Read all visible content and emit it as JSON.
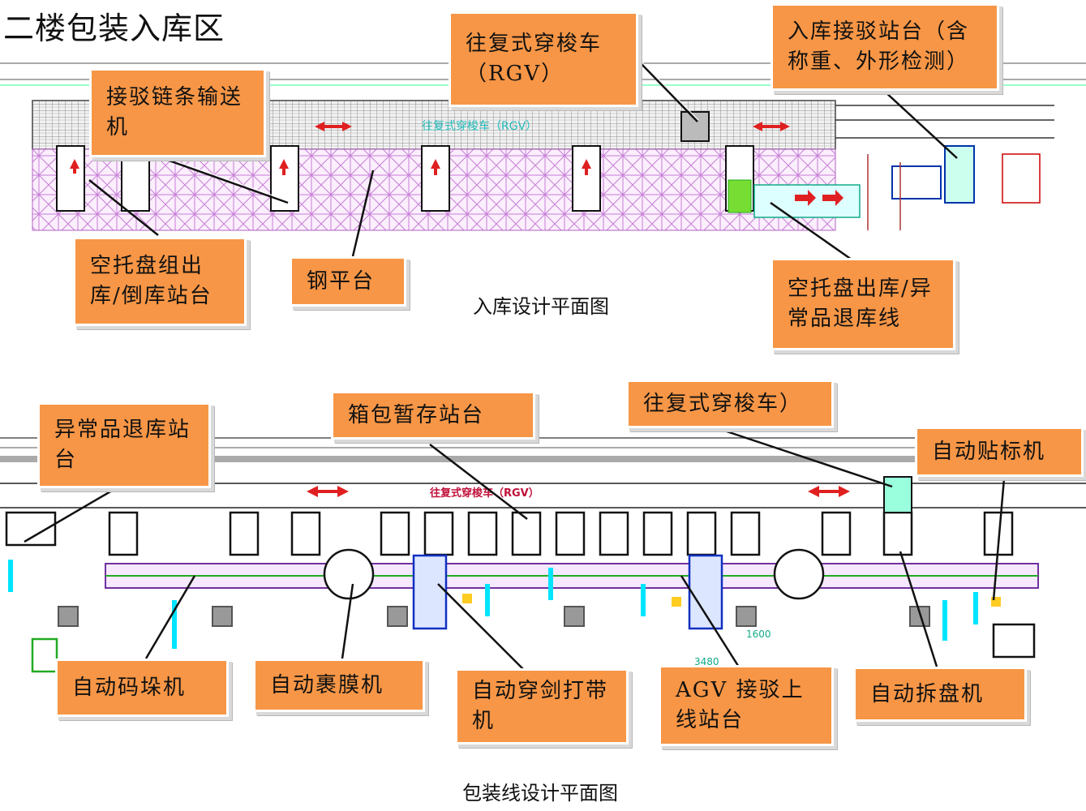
{
  "page_title": "二楼包装入库区",
  "top_plan": {
    "caption": "入库设计平面图",
    "rgv_line_label": "往复式穿梭车（RGV）",
    "callouts": {
      "chain_conveyor": "接驳链条输送机",
      "rgv": "往复式穿梭车（RGV）",
      "inbound_station": "入库接驳站台（含称重、外形检测）",
      "empty_pallet_group": "空托盘组出库/倒库站台",
      "steel_platform": "钢平台",
      "empty_pallet_line": "空托盘出库/异常品退库线"
    }
  },
  "bottom_plan": {
    "caption": "包装线设计平面图",
    "rgv_line_label": "往复式穿梭车（RGV）",
    "dimension_1": "1600",
    "dimension_2": "3480",
    "callouts": {
      "reject_station": "异常品退库站台",
      "buffer_station": "箱包暂存站台",
      "rgv": "往复式穿梭车）",
      "auto_labeler": "自动贴标机",
      "palletizer": "自动码垛机",
      "wrapper": "自动裹膜机",
      "strapper": "自动穿剑打带机",
      "agv_station": "AGV 接驳上线站台",
      "depalletizer": "自动拆盘机"
    }
  },
  "colors": {
    "callout_fill": "#f79646",
    "line": "#222222",
    "grid": "#8a8a8a",
    "rack": "#c77fd6"
  }
}
